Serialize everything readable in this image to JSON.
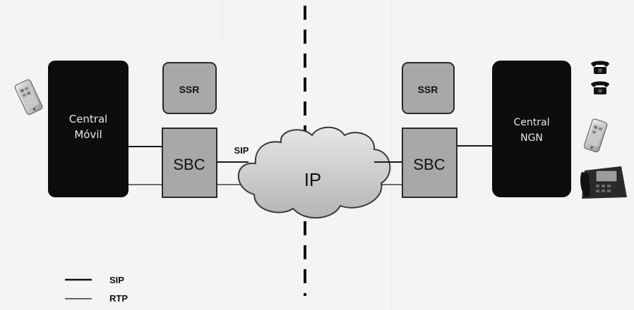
{
  "left_central": {
    "line1": "Central",
    "line2": "Móvil"
  },
  "right_central": {
    "line1": "Central",
    "line2": "NGN"
  },
  "left_ssr": "SSR",
  "right_ssr": "SSR",
  "left_sbc": "SBC",
  "right_sbc": "SBC",
  "cloud_label": "IP",
  "link_label": "SIP",
  "legend": {
    "sip": "SIP",
    "rtp": "RTP"
  },
  "colors": {
    "central": "#0d0d0d",
    "box": "#a8a8a8",
    "box_border": "#2a2a2a",
    "line": "#1a1a1a"
  }
}
